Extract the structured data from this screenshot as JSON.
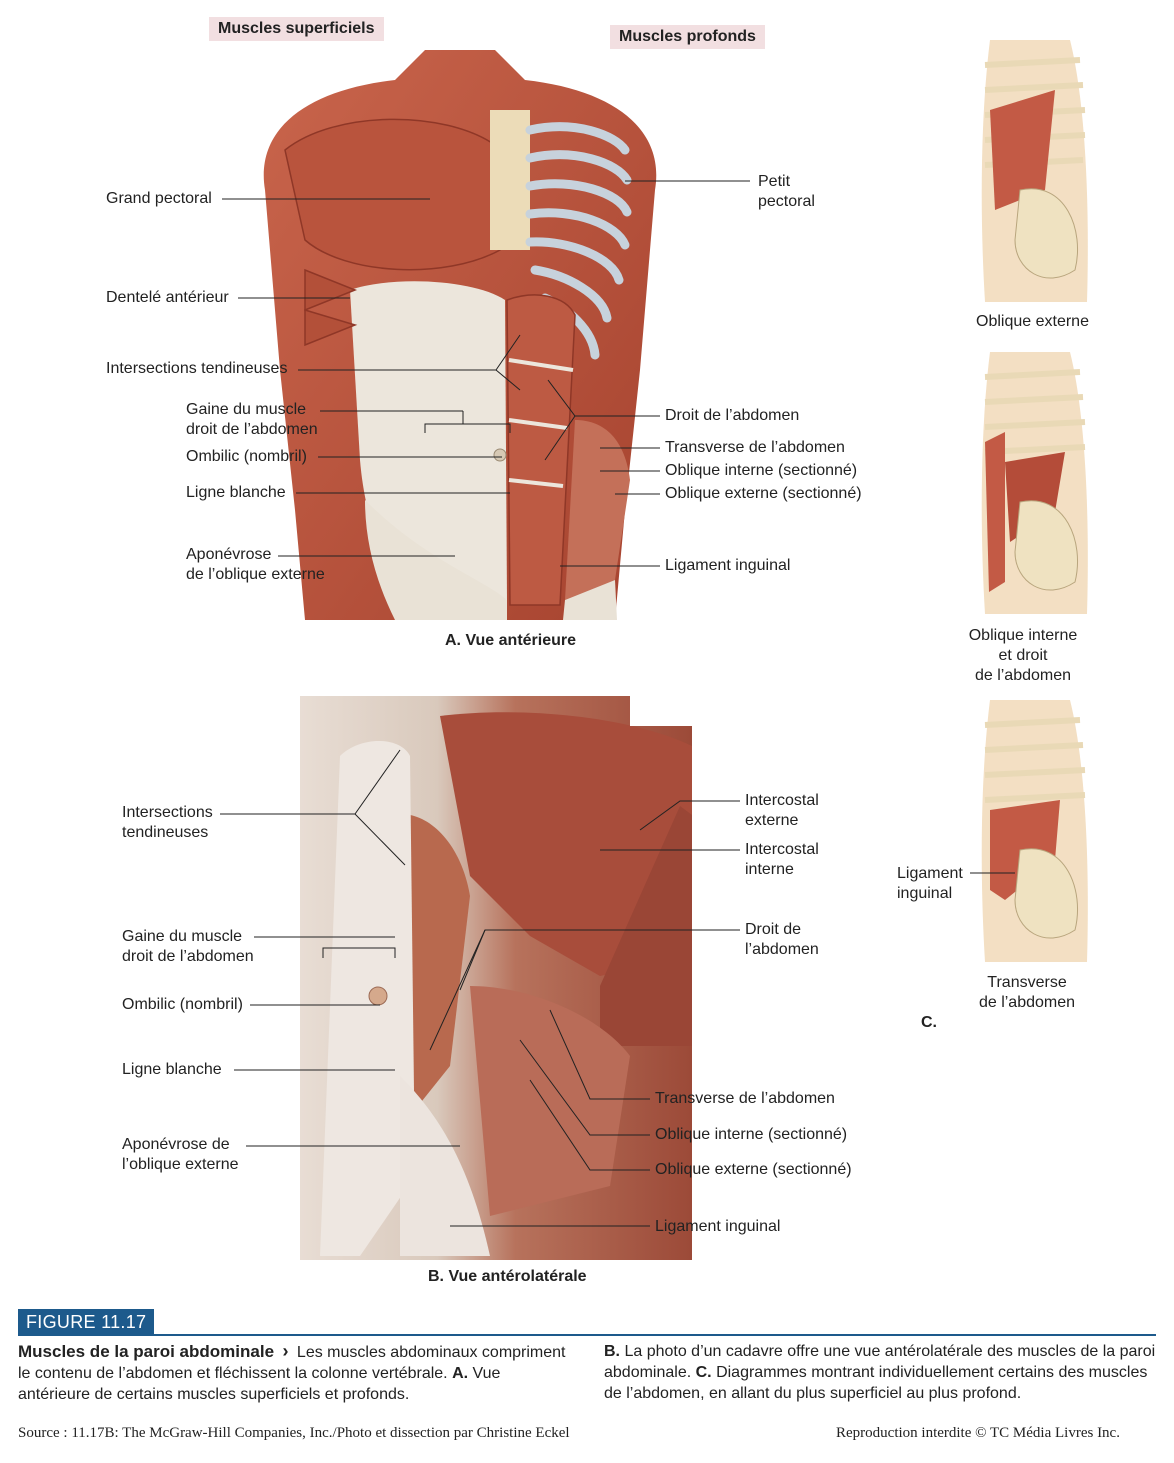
{
  "panel_a": {
    "tag_superficial": "Muscles superficiels",
    "tag_deep": "Muscles profonds",
    "caption": "A. Vue antérieure",
    "labels": {
      "grand_pectoral": "Grand pectoral",
      "dentele": "Dentelé antérieur",
      "intersections": "Intersections tendineuses",
      "gaine": "Gaine du muscle\ndroit de l’abdomen",
      "ombilic": "Ombilic (nombril)",
      "ligne_blanche": "Ligne blanche",
      "aponevrose": "Aponévrose\nde l’oblique externe",
      "petit_pectoral": "Petit\npectoral",
      "droit": "Droit de l’abdomen",
      "transverse": "Transverse de l’abdomen",
      "oblique_interne": "Oblique interne (sectionné)",
      "oblique_externe": "Oblique externe (sectionné)",
      "ligament": "Ligament inguinal"
    }
  },
  "panel_b": {
    "caption": "B. Vue antérolatérale",
    "labels": {
      "intersections": "Intersections\ntendineuses",
      "gaine": "Gaine du muscle\ndroit de l’abdomen",
      "ombilic": "Ombilic (nombril)",
      "ligne_blanche": "Ligne blanche",
      "aponevrose": "Aponévrose de\nl’oblique externe",
      "intercostal_externe": "Intercostal\nexterne",
      "intercostal_interne": "Intercostal\ninterne",
      "droit": "Droit de\nl’abdomen",
      "transverse": "Transverse de l’abdomen",
      "oblique_interne": "Oblique interne (sectionné)",
      "oblique_externe": "Oblique externe (sectionné)",
      "ligament": "Ligament inguinal"
    }
  },
  "panel_c": {
    "caption": "C.",
    "labels": {
      "oblique_externe": "Oblique externe",
      "oblique_interne_droit": "Oblique interne\net droit\nde l’abdomen",
      "ligament": "Ligament\ninguinal",
      "transverse": "Transverse\nde l’abdomen"
    }
  },
  "figure": {
    "number": "FIGURE 11.17",
    "title": "Muscles de la paroi abdominale",
    "arrow": "›",
    "text_left_1": " Les muscles abdominaux comprime­nt le contenu de l’abdomen et fléchissent la colonne verté­brale. ",
    "a_bold": "A.",
    "text_left_2": " Vue antérieure de certains muscles superficiels et profonds.",
    "b_bold": "B.",
    "text_right_1": " La photo d’un cadavre offre une vue antérolatérale des muscles de la paroi abdominale. ",
    "c_bold": "C.",
    "text_right_2": " Diagrammes montrant individuellement certains des muscles de l’abdomen, en allant du plus superficiel au plus profond."
  },
  "footer": {
    "source": "Source : 11.17B: The McGraw-Hill Companies, Inc./Photo et dissection par Christine Eckel",
    "rights": "Reproduction interdite © TC Média Livres Inc."
  },
  "colors": {
    "muscle": "#b6523d",
    "muscle_light": "#d1806b",
    "tendon": "#ece6dc",
    "bone": "#efe2c1",
    "skin": "#f3dfc3",
    "figure_blue": "#1d5a8c",
    "tag_pink": "#f2dfe1"
  }
}
